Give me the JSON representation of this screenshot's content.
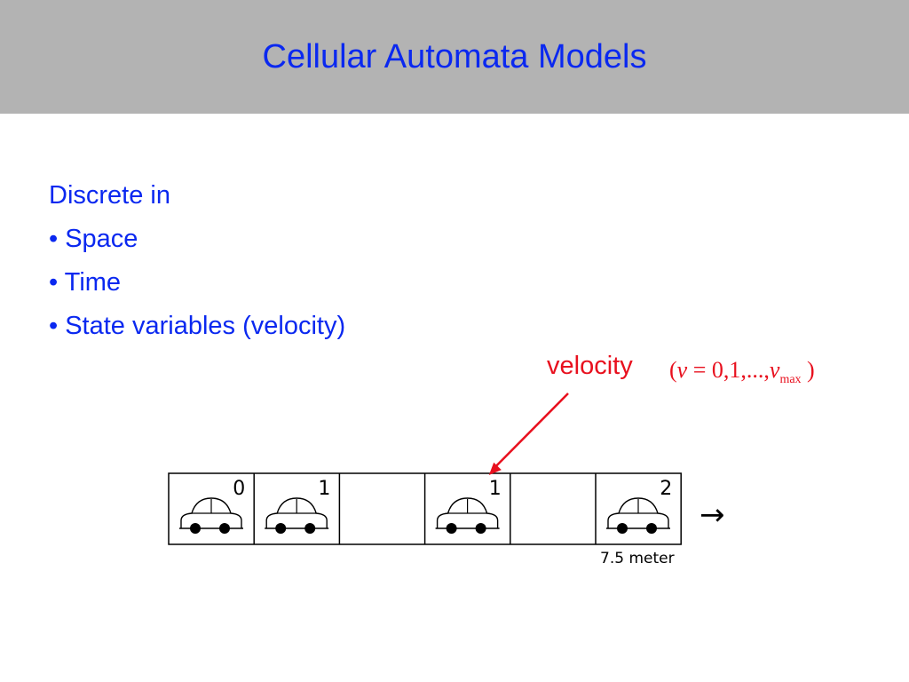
{
  "slide": {
    "title": "Cellular Automata Models",
    "colors": {
      "header_bg": "#b3b3b3",
      "title_text": "#0a28f0",
      "body_text": "#0a28f0",
      "annotation": "#e8101e"
    }
  },
  "bullets": {
    "intro": "Discrete in",
    "items": [
      "• Space",
      "• Time",
      "• State variables (velocity)"
    ]
  },
  "annotation": {
    "label": "velocity",
    "formula_open": "(",
    "formula_var": "v",
    "formula_mid": " = 0,1,...,",
    "formula_var2": "v",
    "formula_sub": "max",
    "formula_close": " )"
  },
  "road": {
    "cells": [
      {
        "occupied": true,
        "velocity": "0"
      },
      {
        "occupied": true,
        "velocity": "1"
      },
      {
        "occupied": false,
        "velocity": ""
      },
      {
        "occupied": true,
        "velocity": "1"
      },
      {
        "occupied": false,
        "velocity": ""
      },
      {
        "occupied": true,
        "velocity": "2"
      }
    ],
    "direction_arrow": "→",
    "scale_label": "7.5 meter",
    "pointer_target_cell": 3,
    "icons": [
      "car-icon",
      "arrow-right-icon"
    ]
  }
}
